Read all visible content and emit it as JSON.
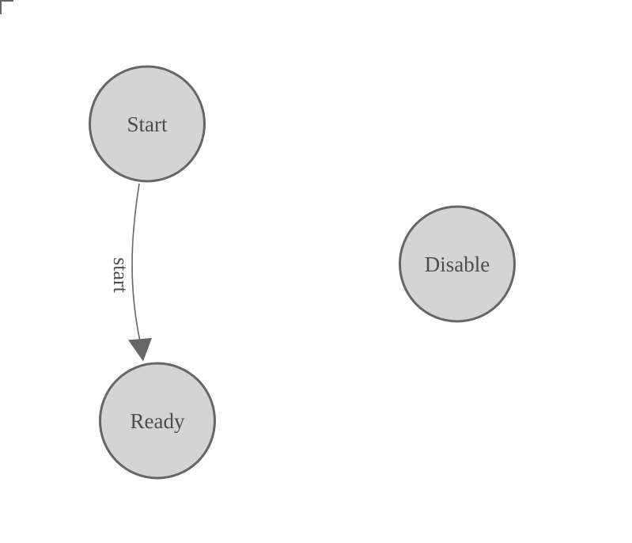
{
  "diagram": {
    "type": "state-diagram",
    "nodes": [
      {
        "id": "start",
        "label": "Start"
      },
      {
        "id": "ready",
        "label": "Ready"
      },
      {
        "id": "disable",
        "label": "Disable"
      }
    ],
    "edges": [
      {
        "from": "Start",
        "to": "Ready",
        "label": "start"
      }
    ],
    "colors": {
      "canvas_background": "#ffffff",
      "node_fill": "#d4d4d4",
      "node_stroke": "#666666",
      "node_text": "#4d4d4d",
      "edge_stroke": "#666666",
      "edge_label_text": "#4d4d4d",
      "arrowhead_fill": "#666666",
      "origin_corner_stroke": "#666666"
    }
  }
}
